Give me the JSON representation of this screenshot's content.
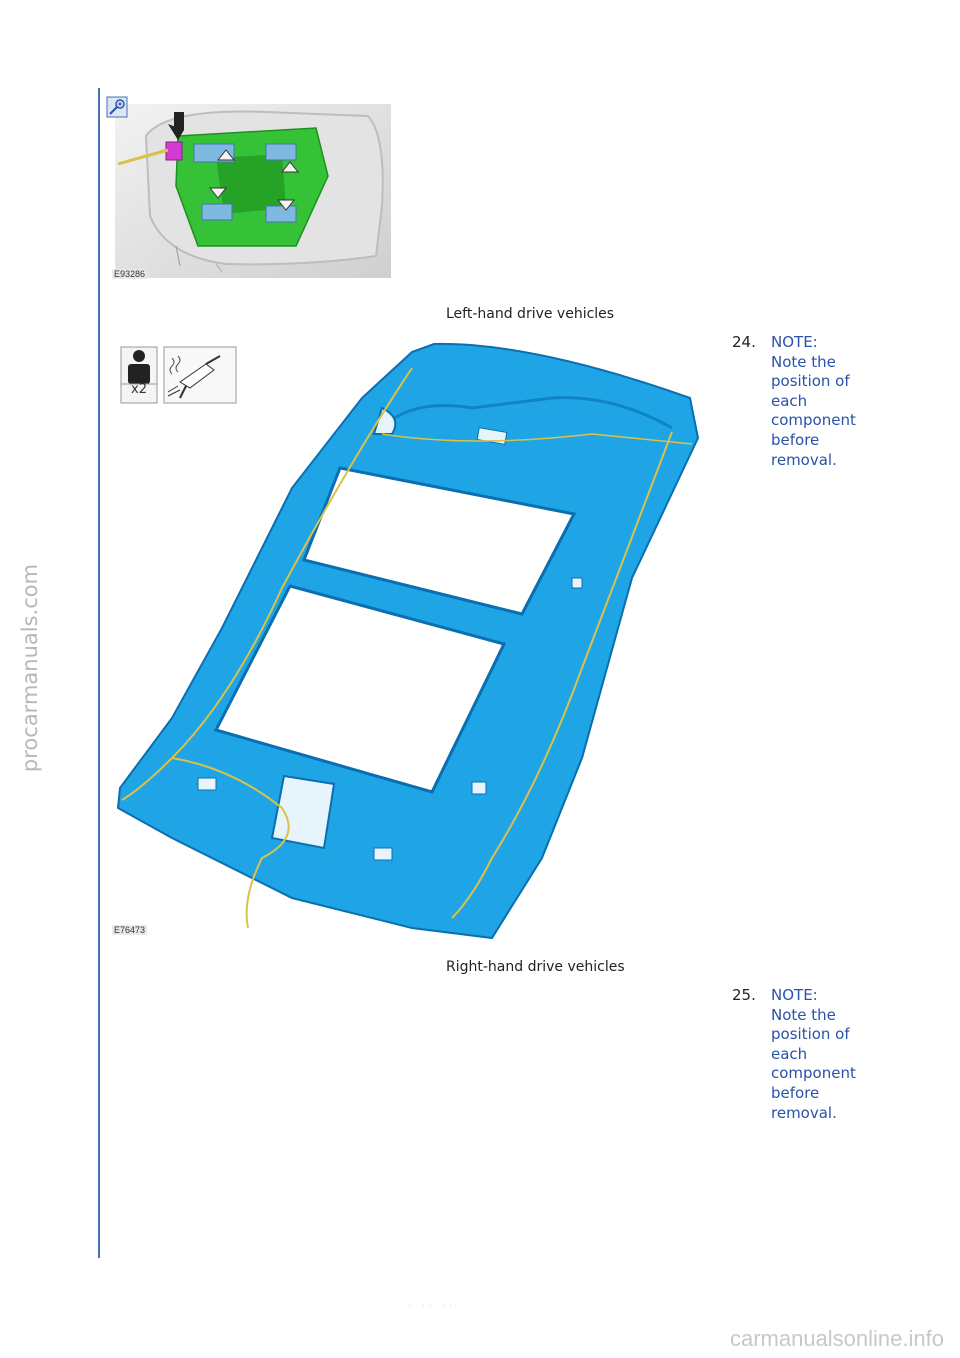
{
  "watermark_left": "procarmanuals.com",
  "watermark_footer": "carmanualsonline.info",
  "figure1": {
    "id": "E93286"
  },
  "figure2": {
    "id": "E76473",
    "icon_badge": "x2"
  },
  "captions": {
    "lhd": "Left-hand drive vehicles",
    "rhd": "Right-hand drive vehicles"
  },
  "steps": [
    {
      "number": "24.",
      "lines": [
        "NOTE:",
        "Note the",
        "position of",
        "each",
        "component",
        "before",
        "removal."
      ]
    },
    {
      "number": "25.",
      "lines": [
        "NOTE:",
        "Note the",
        "position of",
        "each",
        "component",
        "before",
        "removal."
      ]
    }
  ],
  "colors": {
    "rule": "#4a6fb5",
    "note_text": "#2a52a8",
    "headliner": "#1fa4e6",
    "bracket": "#33cc33"
  },
  "icons": {
    "zoom": "magnify-icon",
    "people": "two-person-icon",
    "tool": "heat-gun-icon"
  },
  "page_mark": "· ·· ··"
}
